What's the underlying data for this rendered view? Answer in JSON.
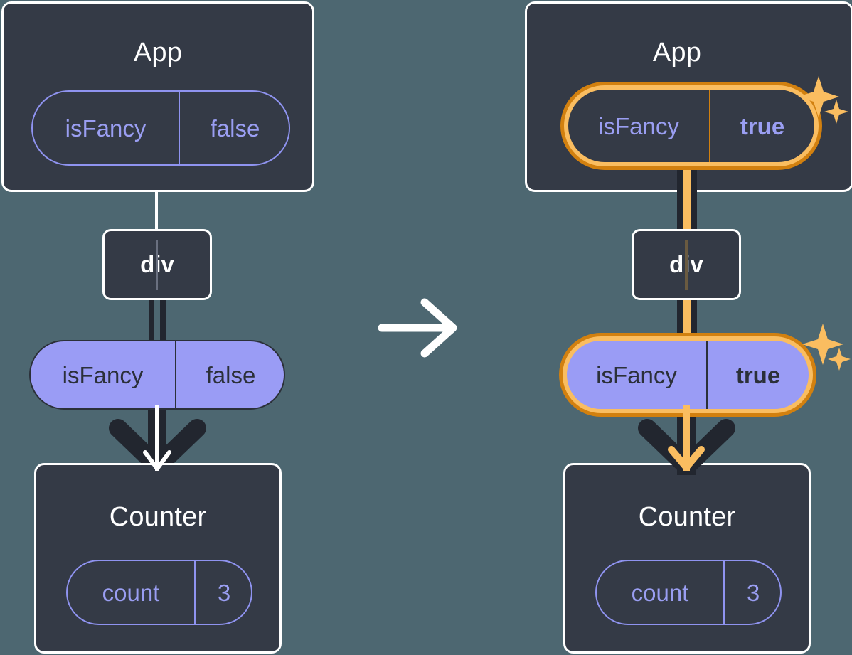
{
  "diagram": {
    "title_left": "App",
    "title_right": "App",
    "background_color": "#4d6771",
    "box_color": "#343a46",
    "box_border_color": "#ffffff",
    "pill_purple": "#9a9cf5",
    "pill_outline_color": "#8f93f0",
    "highlight_outer_color": "#d2800f",
    "highlight_inner_color": "#fabd60",
    "sparkle_color": "#fabd60",
    "line_dark_color": "#22262f",
    "transition_arrow_color": "#ffffff"
  },
  "left": {
    "app": {
      "title": "App",
      "state": {
        "key": "isFancy",
        "value": "false",
        "highlighted": false,
        "bold_value": false
      }
    },
    "div": {
      "label": "div"
    },
    "prop": {
      "key": "isFancy",
      "value": "false",
      "highlighted": false,
      "bold_value": false
    },
    "counter": {
      "title": "Counter",
      "state": {
        "key": "count",
        "value": "3",
        "highlighted": false,
        "bold_value": false
      }
    }
  },
  "transition": {
    "icon": "arrow-right-icon"
  },
  "right": {
    "app": {
      "title": "App",
      "state": {
        "key": "isFancy",
        "value": "true",
        "highlighted": true,
        "bold_value": true
      }
    },
    "div": {
      "label": "div"
    },
    "prop": {
      "key": "isFancy",
      "value": "true",
      "highlighted": true,
      "bold_value": true
    },
    "counter": {
      "title": "Counter",
      "state": {
        "key": "count",
        "value": "3",
        "highlighted": false,
        "bold_value": false
      }
    },
    "sparkles": [
      {
        "name": "sparkle-icon-app"
      },
      {
        "name": "sparkle-icon-prop"
      }
    ]
  }
}
